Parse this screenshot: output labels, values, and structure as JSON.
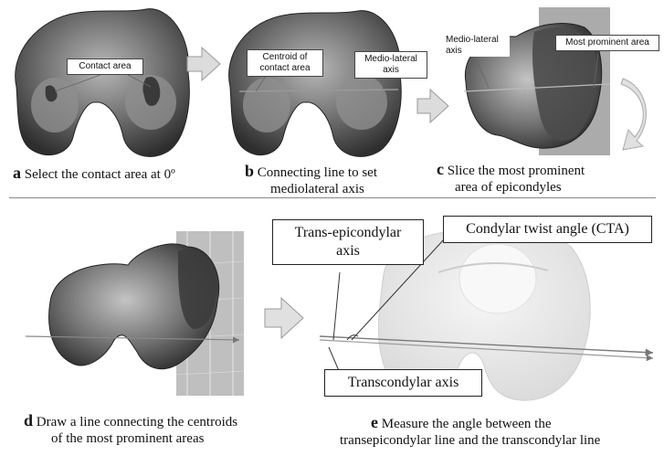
{
  "panel_a": {
    "label_letter": "a",
    "caption": "Select the contact area at 0º",
    "callout": "Contact area"
  },
  "panel_b": {
    "label_letter": "b",
    "caption_line1": "Connecting line to set",
    "caption_line2": "mediolateral axis",
    "callout_centroid": "Centroid of contact area",
    "callout_axis": "Medio-lateral axis"
  },
  "panel_c": {
    "label_letter": "c",
    "caption_line1": "Slice the most prominent",
    "caption_line2": "area of epicondyles",
    "callout_axis": "Medio-lateral axis",
    "callout_area": "Most prominent area"
  },
  "panel_d": {
    "label_letter": "d",
    "caption_line1": "Draw a line connecting the centroids",
    "caption_line2": "of the most prominent areas"
  },
  "panel_e": {
    "label_letter": "e",
    "caption_line1": "Measure the angle between the",
    "caption_line2": "transepicondylar line and the transcondylar line",
    "box_tea_line1": "Trans-epicondylar",
    "box_tea_line2": "axis",
    "box_cta": "Condylar twist angle (CTA)",
    "box_tca": "Transcondylar axis"
  },
  "colors": {
    "bone_dark": "#3a3a3a",
    "bone_mid": "#7a7a7a",
    "bone_light": "#c9c9c9",
    "ghost_bone": "#e6e6e6",
    "slice_plane": "#9a9a9a",
    "arrow_fill": "#d9d9d9"
  }
}
